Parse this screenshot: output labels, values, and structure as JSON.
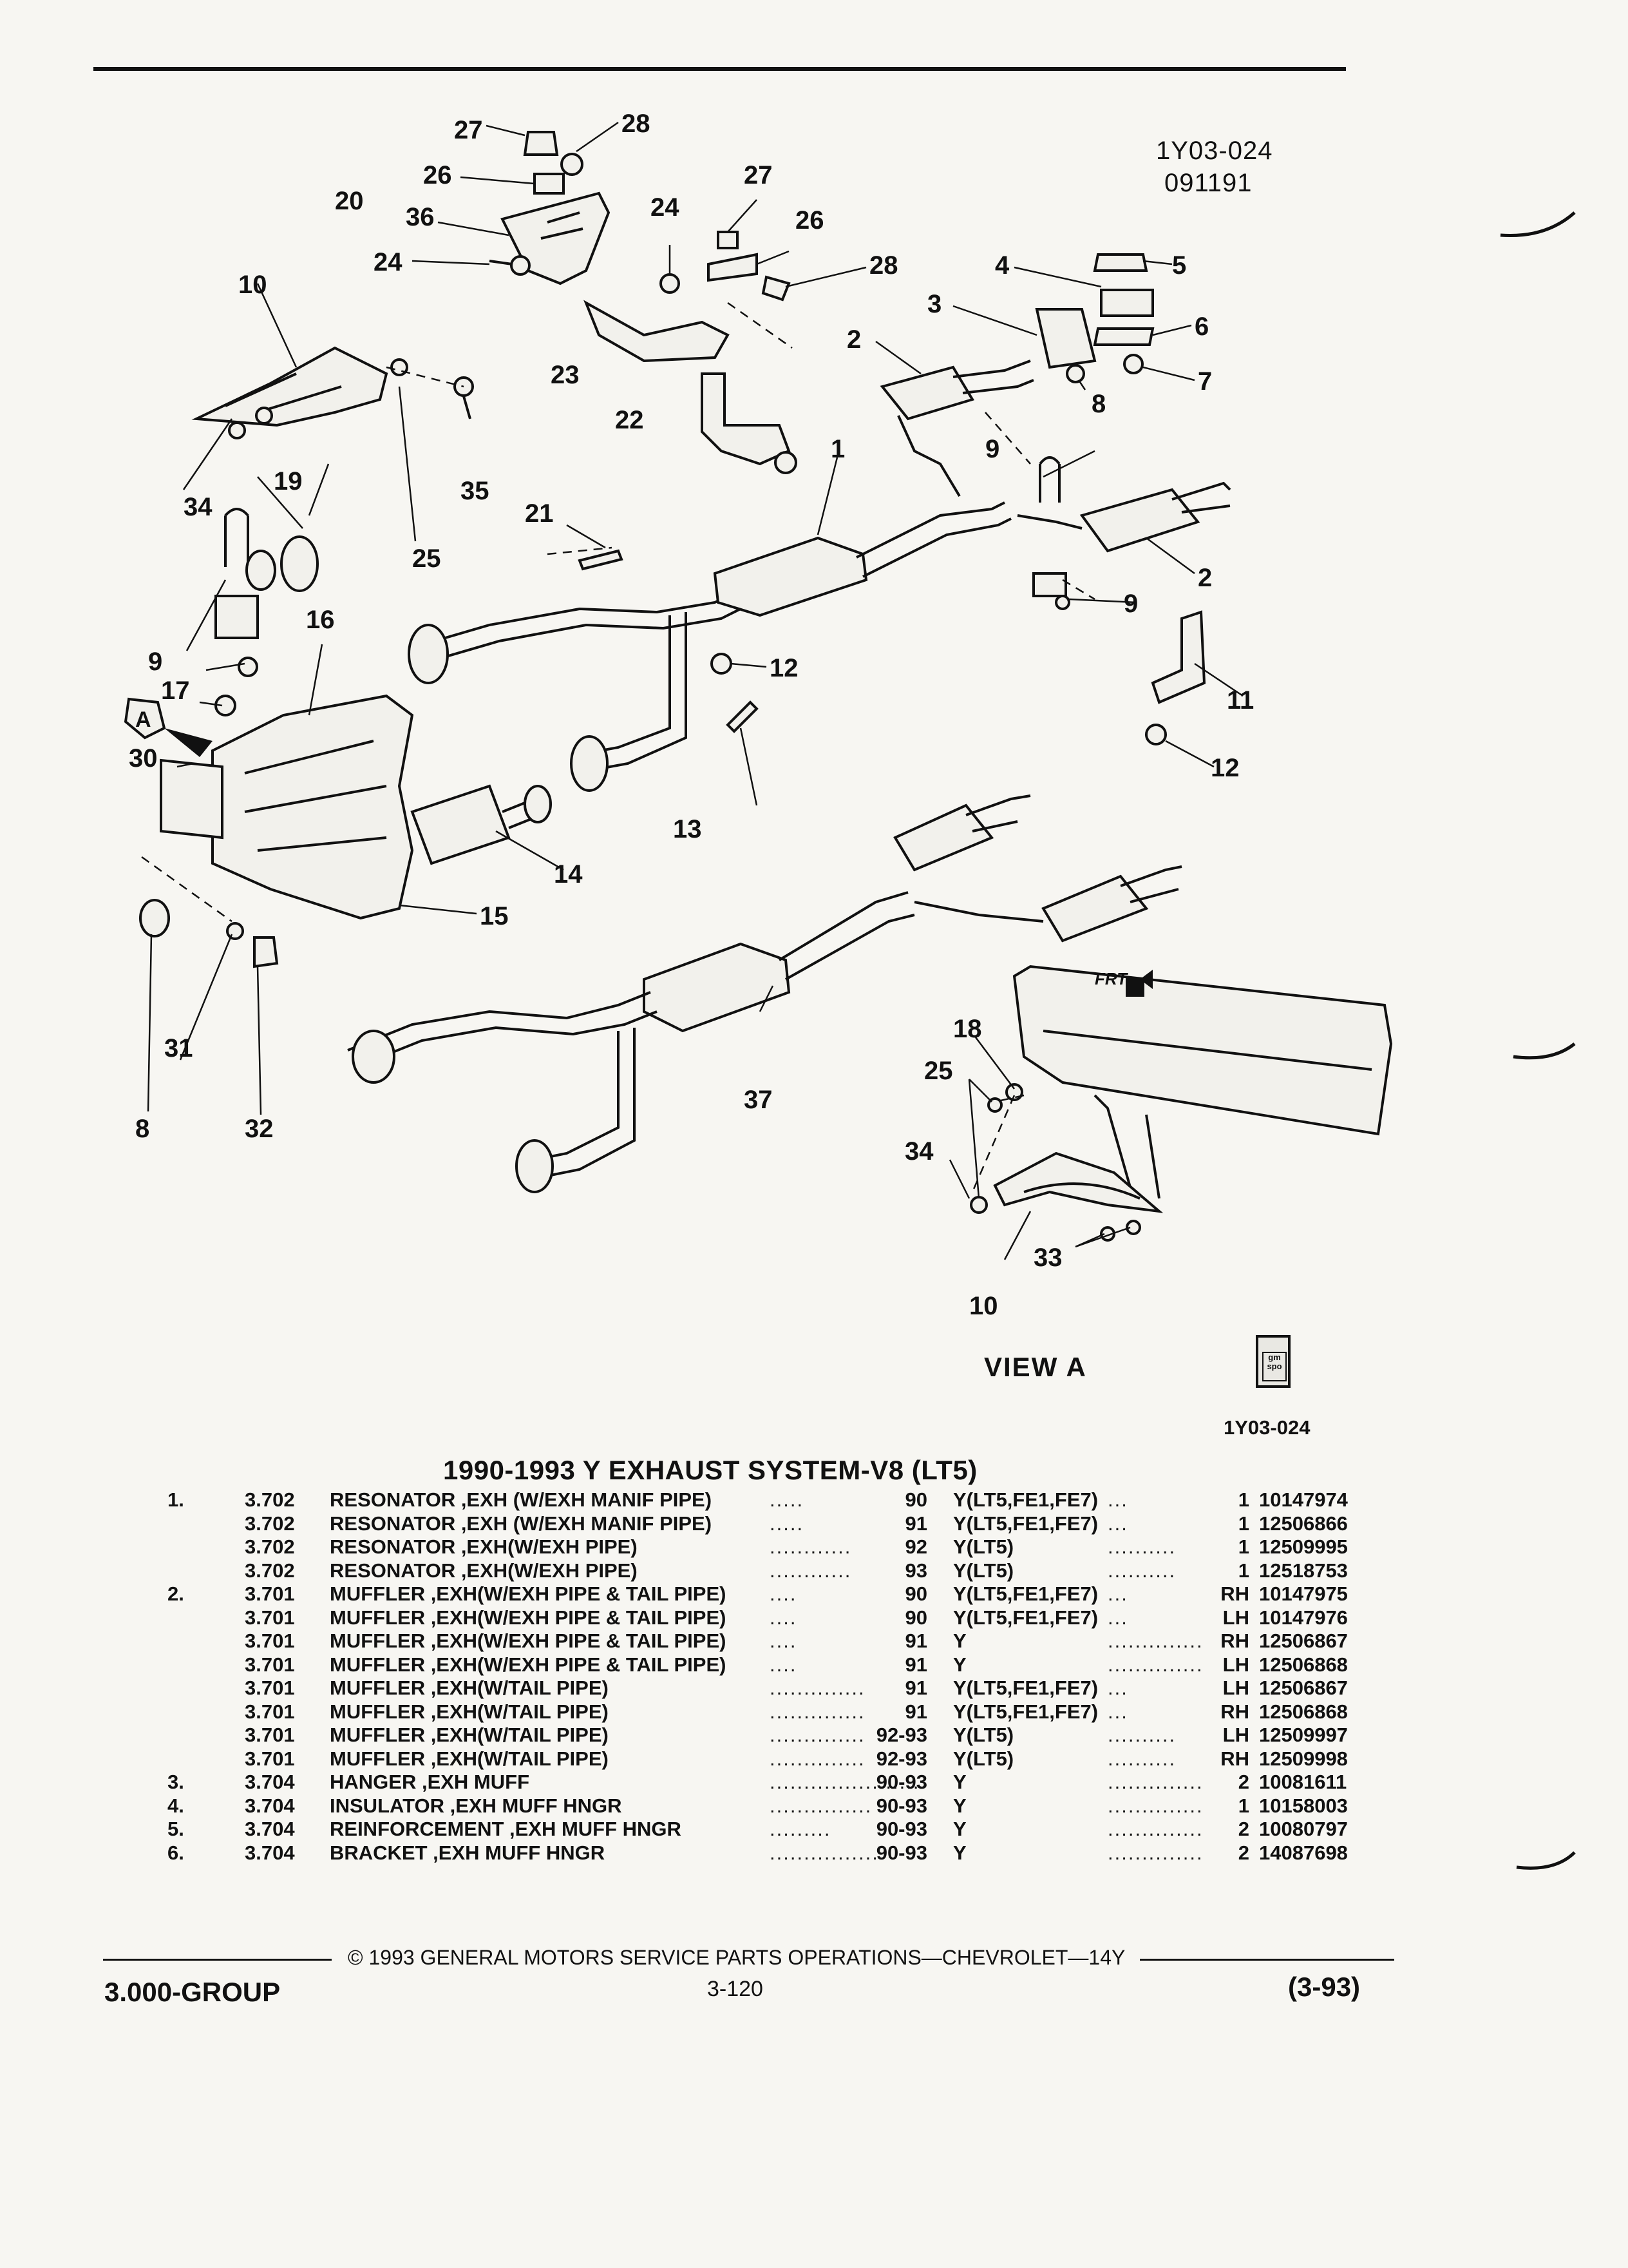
{
  "header": {
    "drawing_code": "1Y03-024",
    "drawing_date": "091191"
  },
  "diagram": {
    "view_label": "VIEW A",
    "view_marker": "A",
    "front_marker": "FRT",
    "ref_code": "1Y03-024",
    "logo_text": "gm spo"
  },
  "callouts": {
    "c1": "1",
    "c2a": "2",
    "c2b": "2",
    "c3": "3",
    "c4": "4",
    "c5": "5",
    "c6": "6",
    "c7": "7",
    "c8a": "8",
    "c8b": "8",
    "c9a": "9",
    "c9b": "9",
    "c9c": "9",
    "c10a": "10",
    "c10b": "10",
    "c11": "11",
    "c12a": "12",
    "c12b": "12",
    "c13": "13",
    "c14": "14",
    "c15": "15",
    "c16": "16",
    "c17": "17",
    "c18": "18",
    "c19": "19",
    "c20": "20",
    "c21": "21",
    "c22": "22",
    "c23": "23",
    "c24a": "24",
    "c24b": "24",
    "c25a": "25",
    "c25b": "25",
    "c26a": "26",
    "c26b": "26",
    "c27a": "27",
    "c27b": "27",
    "c28a": "28",
    "c28b": "28",
    "c30": "30",
    "c31": "31",
    "c32": "32",
    "c33": "33",
    "c34a": "34",
    "c34b": "34",
    "c35": "35",
    "c36": "36",
    "c37": "37"
  },
  "section": {
    "title": "1990-1993 Y EXHAUST SYSTEM-V8 (LT5)"
  },
  "parts": [
    {
      "item": "1.",
      "group": "3.702",
      "desc": "RESONATOR ,EXH (W/EXH MANIF PIPE)",
      "dots1": ".....",
      "year": "90",
      "model": "Y(LT5,FE1,FE7)",
      "dots2": "...",
      "qty": "1",
      "part": "10147974"
    },
    {
      "item": "",
      "group": "3.702",
      "desc": "RESONATOR ,EXH (W/EXH MANIF PIPE)",
      "dots1": ".....",
      "year": "91",
      "model": "Y(LT5,FE1,FE7)",
      "dots2": "...",
      "qty": "1",
      "part": "12506866"
    },
    {
      "item": "",
      "group": "3.702",
      "desc": "RESONATOR ,EXH(W/EXH PIPE)",
      "dots1": "............",
      "year": "92",
      "model": "Y(LT5)",
      "dots2": "..........",
      "qty": "1",
      "part": "12509995"
    },
    {
      "item": "",
      "group": "3.702",
      "desc": "RESONATOR ,EXH(W/EXH PIPE)",
      "dots1": "............",
      "year": "93",
      "model": "Y(LT5)",
      "dots2": "..........",
      "qty": "1",
      "part": "12518753"
    },
    {
      "item": "2.",
      "group": "3.701",
      "desc": "MUFFLER ,EXH(W/EXH PIPE & TAIL PIPE)",
      "dots1": "....",
      "year": "90",
      "model": "Y(LT5,FE1,FE7)",
      "dots2": "...",
      "qty": "RH",
      "part": "10147975"
    },
    {
      "item": "",
      "group": "3.701",
      "desc": "MUFFLER ,EXH(W/EXH PIPE & TAIL PIPE)",
      "dots1": "....",
      "year": "90",
      "model": "Y(LT5,FE1,FE7)",
      "dots2": "...",
      "qty": "LH",
      "part": "10147976"
    },
    {
      "item": "",
      "group": "3.701",
      "desc": "MUFFLER ,EXH(W/EXH PIPE & TAIL PIPE)",
      "dots1": "....",
      "year": "91",
      "model": "Y",
      "dots2": "..............",
      "qty": "RH",
      "part": "12506867"
    },
    {
      "item": "",
      "group": "3.701",
      "desc": "MUFFLER ,EXH(W/EXH PIPE & TAIL PIPE)",
      "dots1": "....",
      "year": "91",
      "model": "Y",
      "dots2": "..............",
      "qty": "LH",
      "part": "12506868"
    },
    {
      "item": "",
      "group": "3.701",
      "desc": "MUFFLER ,EXH(W/TAIL PIPE)",
      "dots1": "..............",
      "year": "91",
      "model": "Y(LT5,FE1,FE7)",
      "dots2": "...",
      "qty": "LH",
      "part": "12506867"
    },
    {
      "item": "",
      "group": "3.701",
      "desc": "MUFFLER ,EXH(W/TAIL PIPE)",
      "dots1": "..............",
      "year": "91",
      "model": "Y(LT5,FE1,FE7)",
      "dots2": "...",
      "qty": "RH",
      "part": "12506868"
    },
    {
      "item": "",
      "group": "3.701",
      "desc": "MUFFLER ,EXH(W/TAIL PIPE)",
      "dots1": "..............",
      "year": "92-93",
      "model": "Y(LT5)",
      "dots2": "..........",
      "qty": "LH",
      "part": "12509997"
    },
    {
      "item": "",
      "group": "3.701",
      "desc": "MUFFLER ,EXH(W/TAIL PIPE)",
      "dots1": "..............",
      "year": "92-93",
      "model": "Y(LT5)",
      "dots2": "..........",
      "qty": "RH",
      "part": "12509998"
    },
    {
      "item": "3.",
      "group": "3.704",
      "desc": "HANGER ,EXH MUFF",
      "dots1": "......................",
      "year": "90-93",
      "model": "Y",
      "dots2": "..............",
      "qty": "2",
      "part": "10081611"
    },
    {
      "item": "4.",
      "group": "3.704",
      "desc": "INSULATOR ,EXH MUFF HNGR",
      "dots1": "...............",
      "year": "90-93",
      "model": "Y",
      "dots2": "..............",
      "qty": "1",
      "part": "10158003"
    },
    {
      "item": "5.",
      "group": "3.704",
      "desc": "REINFORCEMENT ,EXH MUFF HNGR",
      "dots1": ".........",
      "year": "90-93",
      "model": "Y",
      "dots2": "..............",
      "qty": "2",
      "part": "10080797"
    },
    {
      "item": "6.",
      "group": "3.704",
      "desc": "BRACKET ,EXH MUFF HNGR",
      "dots1": "................",
      "year": "90-93",
      "model": "Y",
      "dots2": "..............",
      "qty": "2",
      "part": "14087698"
    }
  ],
  "footer": {
    "copyright": "© 1993 GENERAL MOTORS SERVICE PARTS OPERATIONS—CHEVROLET—14Y",
    "group": "3.000-GROUP",
    "page": "3-120",
    "date": "(3-93)"
  }
}
